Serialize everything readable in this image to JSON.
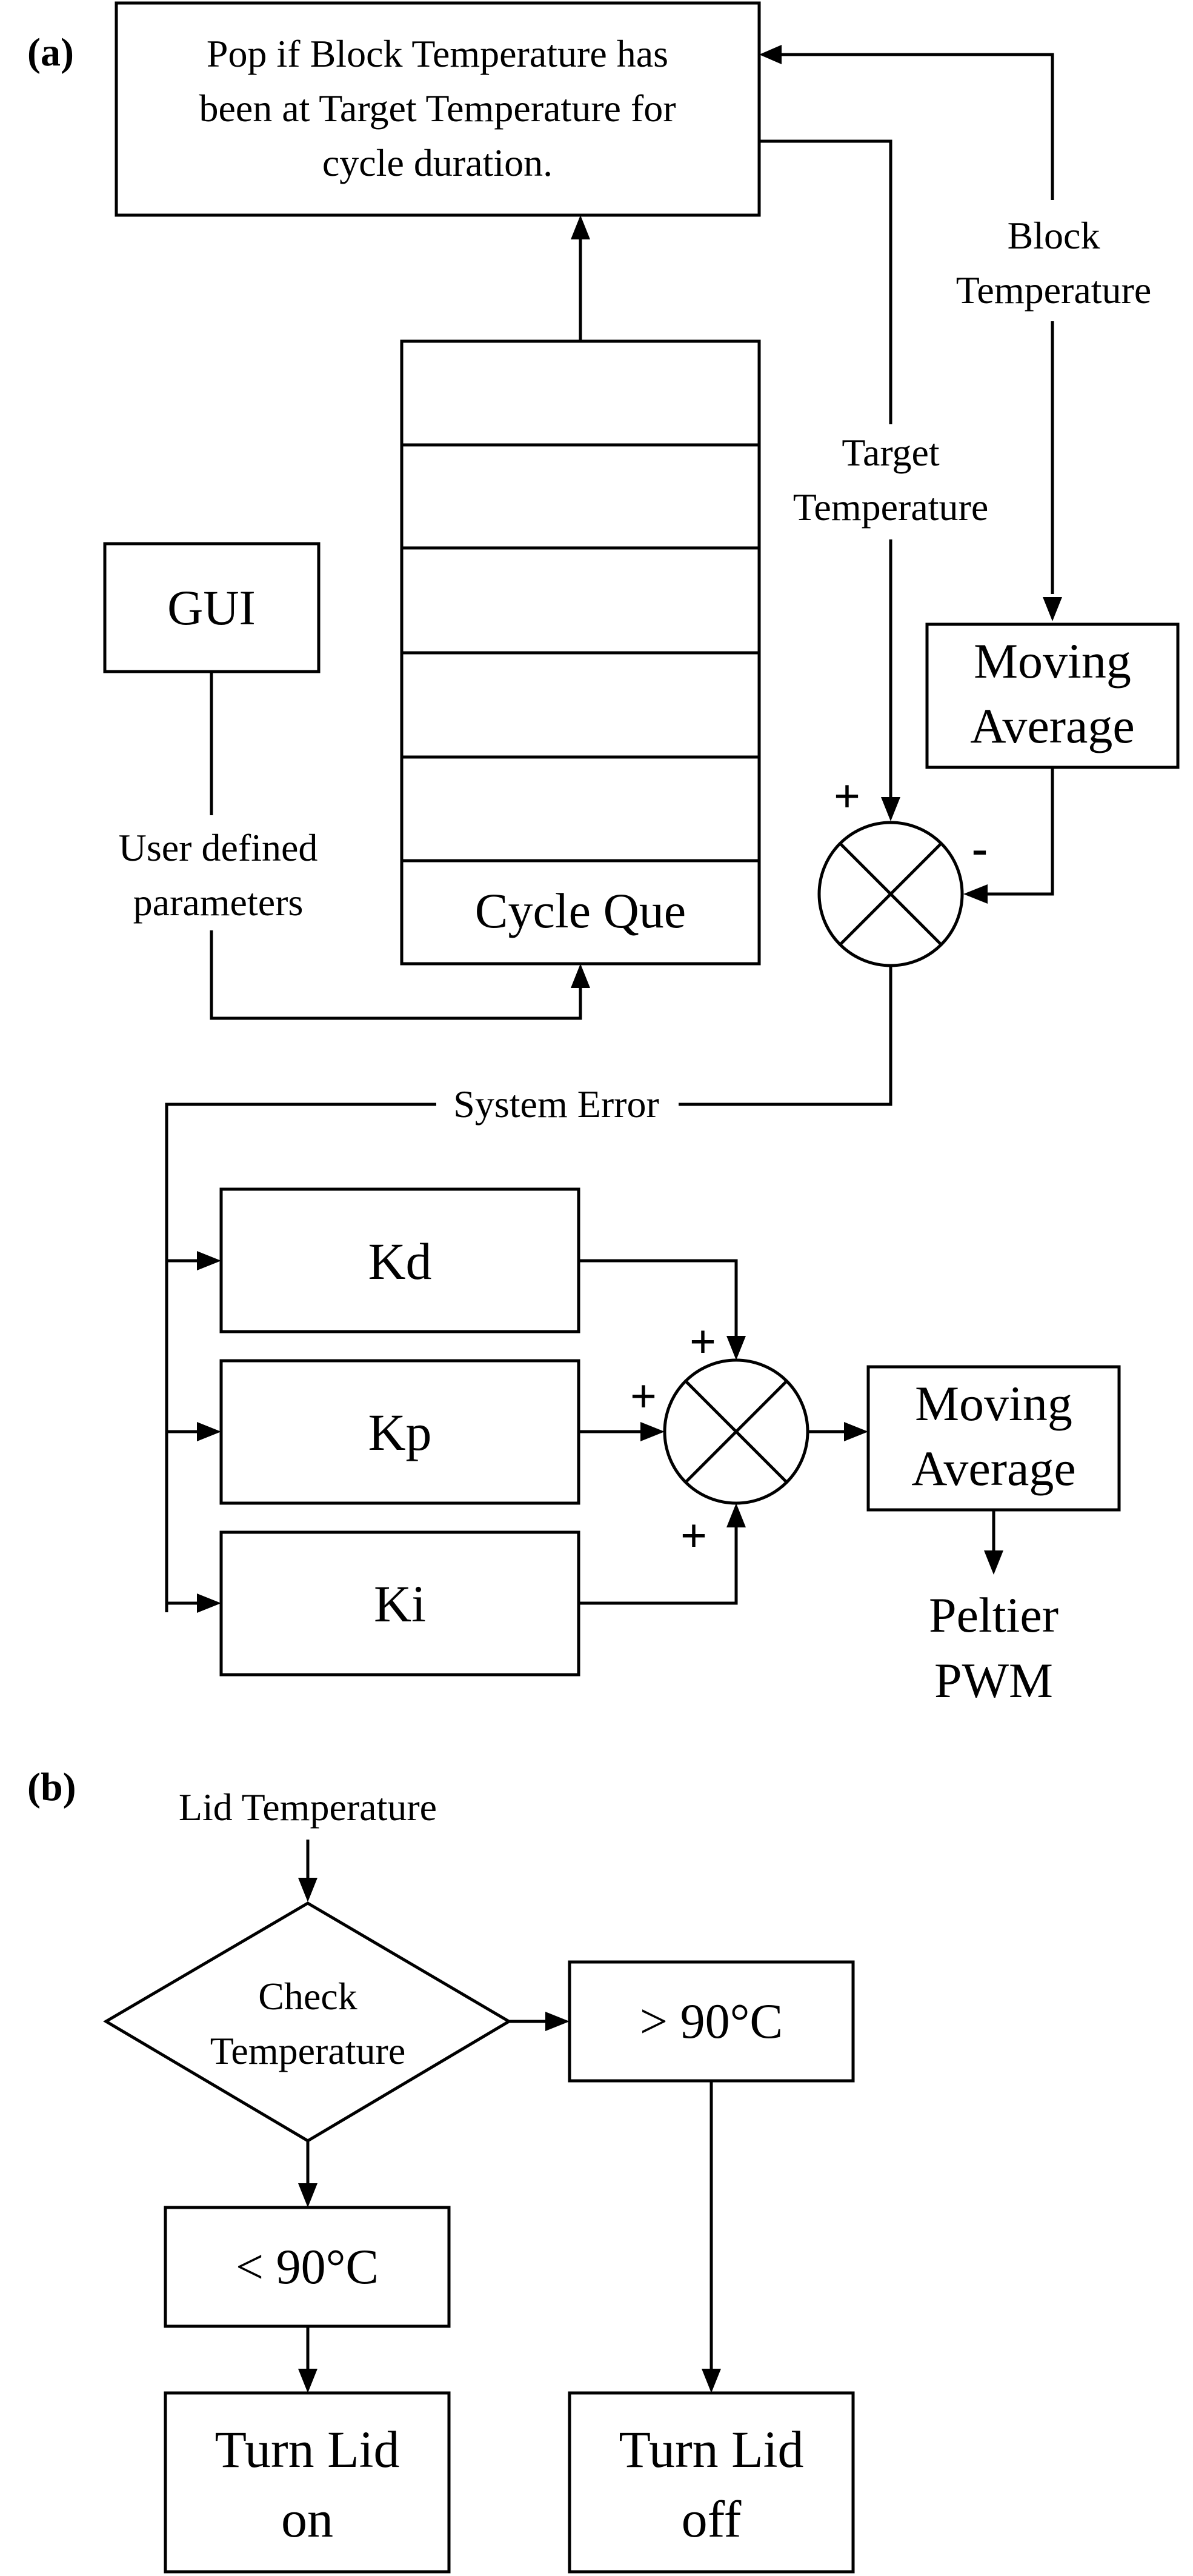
{
  "panel_a": {
    "label": "(a)",
    "pop_box": [
      "Pop if Block Temperature has",
      "been at Target Temperature for",
      "cycle duration."
    ],
    "block_temperature": [
      "Block",
      "Temperature"
    ],
    "target_temperature": [
      "Target",
      "Temperature"
    ],
    "gui": "GUI",
    "user_defined": [
      "User defined",
      "parameters"
    ],
    "cycle_que": "Cycle Que",
    "moving_average_top": [
      "Moving",
      "Average"
    ],
    "sum_plus": "+",
    "sum_minus": "-",
    "system_error": "System Error",
    "kd": "Kd",
    "kp": "Kp",
    "ki": "Ki",
    "pid_sum_signs": [
      "+",
      "+",
      "+"
    ],
    "moving_average_bottom": [
      "Moving",
      "Average"
    ],
    "peltier": [
      "Peltier",
      "PWM"
    ]
  },
  "panel_b": {
    "label": "(b)",
    "lid_temperature": "Lid Temperature",
    "check": [
      "Check",
      "Temperature"
    ],
    "greater": "> 90°C",
    "less": "< 90°C",
    "turn_on": [
      "Turn Lid",
      "on"
    ],
    "turn_off": [
      "Turn Lid",
      "off"
    ]
  }
}
